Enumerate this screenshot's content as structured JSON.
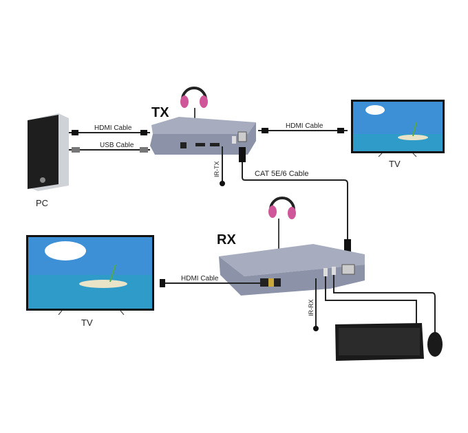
{
  "tx": {
    "label": "TX",
    "hdmi_in_label": "HDMI Cable",
    "usb_label": "USB Cable",
    "hdmi_out_label": "HDMI Cable",
    "ir_label": "IR-TX"
  },
  "rx": {
    "label": "RX",
    "hdmi_out_label": "HDMI Cable",
    "ir_label": "IR-RX"
  },
  "cat_cable_label": "CAT 5E/6 Cable",
  "pc_label": "PC",
  "tv_top_label": "TV",
  "tv_bottom_label": "TV",
  "colors": {
    "box": "#8c93a8",
    "box_top": "#a7adbf",
    "headphone": "#d0569a",
    "sky": "#3d8fd6",
    "sand": "#e9e3c8"
  }
}
